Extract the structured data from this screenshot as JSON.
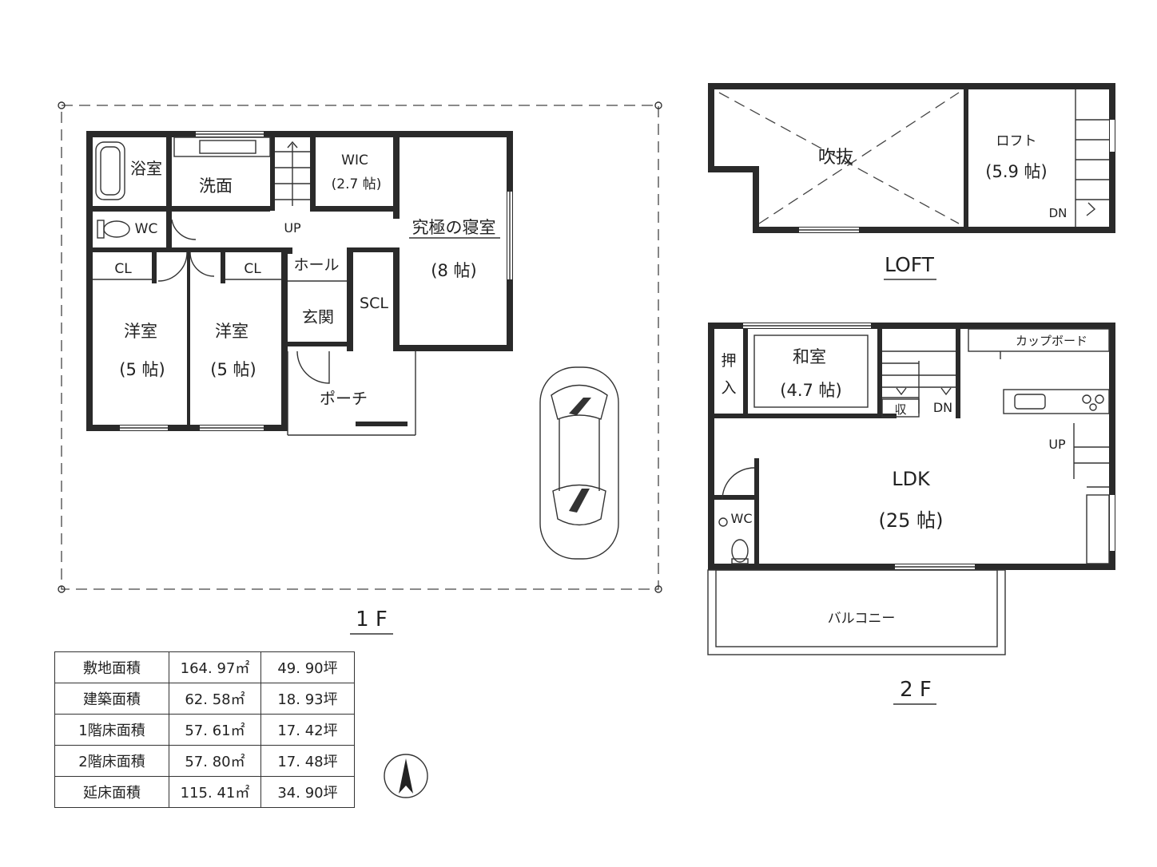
{
  "floors": {
    "first": {
      "label": "1 F",
      "rooms": {
        "bath": "浴室",
        "wash": "洗面",
        "wc": "WC",
        "wic": "WIC",
        "wic_size": "(2.7 帖)",
        "up": "UP",
        "master": "究極の寝室",
        "master_size": "(8 帖)",
        "cl_left": "CL",
        "cl_right": "CL",
        "hall": "ホール",
        "entrance": "玄関",
        "scl": "SCL",
        "western_left": "洋室",
        "western_left_size": "(5 帖)",
        "western_right": "洋室",
        "western_right_size": "(5 帖)",
        "porch": "ポーチ"
      }
    },
    "loft": {
      "label": "LOFT",
      "rooms": {
        "void": "吹抜",
        "loft": "ロフト",
        "loft_size": "(5.9 帖)",
        "dn": "DN"
      }
    },
    "second": {
      "label": "2 F",
      "rooms": {
        "oshiire_1": "押",
        "oshiire_2": "入",
        "washitsu": "和室",
        "washitsu_size": "(4.7 帖)",
        "storage": "収",
        "dn": "DN",
        "cupboard": "カップボード",
        "up": "UP",
        "ldk": "LDK",
        "ldk_size": "(25 帖)",
        "wc": "WC",
        "balcony": "バルコニー"
      }
    }
  },
  "area_table": {
    "rows": [
      {
        "label": "敷地面積",
        "m2": "164. 97㎡",
        "tsubo": "49. 90坪"
      },
      {
        "label": "建築面積",
        "m2": "62. 58㎡",
        "tsubo": "18. 93坪"
      },
      {
        "label": "1階床面積",
        "m2": "57. 61㎡",
        "tsubo": "17. 42坪"
      },
      {
        "label": "2階床面積",
        "m2": "57. 80㎡",
        "tsubo": "17. 48坪"
      },
      {
        "label": "延床面積",
        "m2": "115. 41㎡",
        "tsubo": "34. 90坪"
      }
    ]
  },
  "icons": [
    "north-arrow-icon",
    "car-icon",
    "bathtub-icon",
    "toilet-icon",
    "kitchen-sink-icon",
    "stove-icon"
  ]
}
